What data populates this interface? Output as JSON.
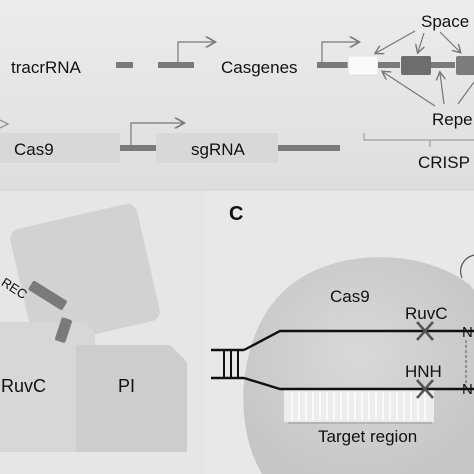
{
  "panel_b": {
    "row1": {
      "tracrrna": "tracrRNA",
      "casgenes": "Casgenes"
    },
    "row2": {
      "cas9": "Cas9",
      "sgrna": "sgRNA"
    },
    "array": {
      "spacers": "Space",
      "repeats": "Repe",
      "crispr": "CRISP"
    }
  },
  "panel_a": {
    "rec": "REC",
    "ruvc": "RuvC",
    "pi": "PI"
  },
  "panel_c": {
    "letter": "C",
    "cas9": "Cas9",
    "ruvc": "RuvC",
    "hnh": "HNH",
    "target": "Target region",
    "n_top": "N",
    "n_bottom": "N"
  }
}
